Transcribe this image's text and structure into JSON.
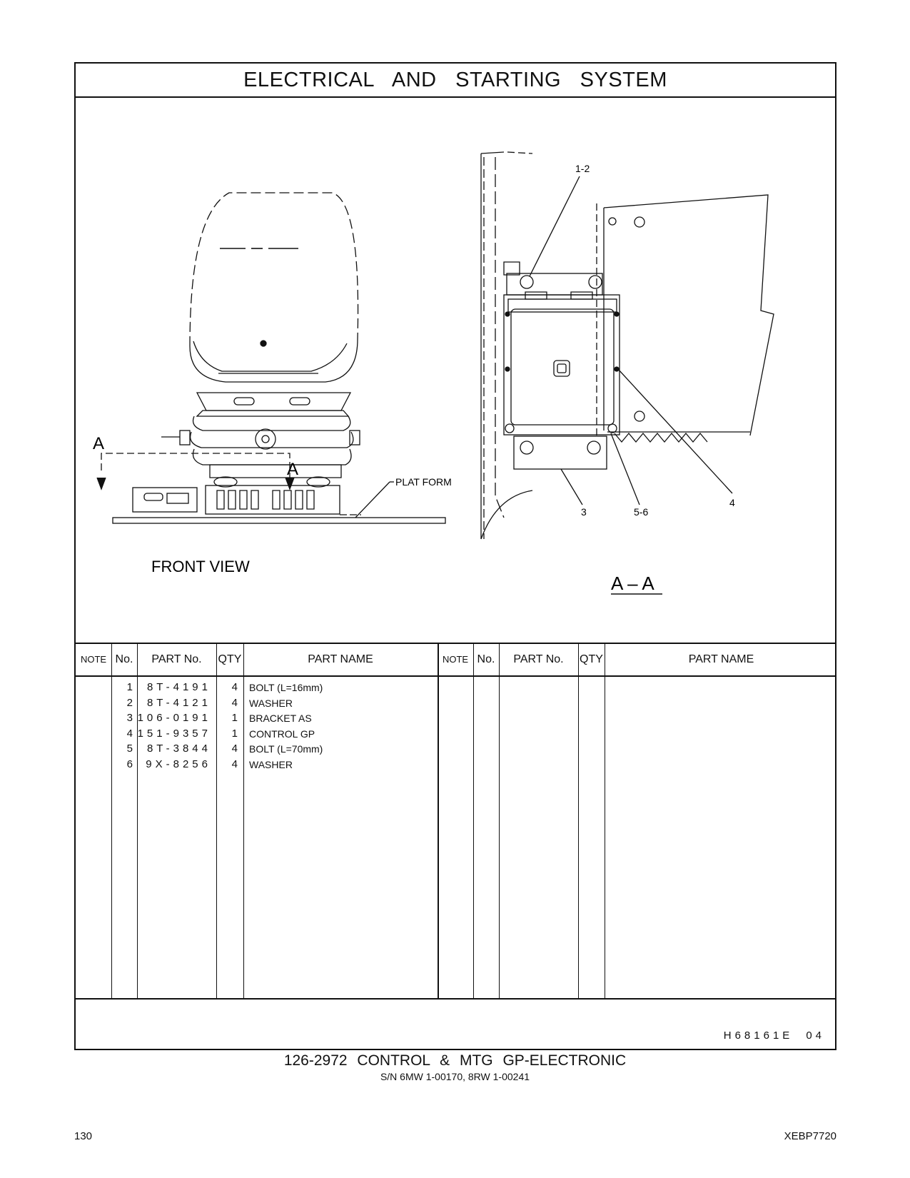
{
  "header": {
    "title": "ELECTRICAL AND STARTING SYSTEM"
  },
  "drawing": {
    "front_view_label": "FRONT VIEW",
    "section_label": "A – A",
    "section_marker": "A",
    "platform_label": "PLAT FORM",
    "callouts": [
      "1-2",
      "3",
      "5-6",
      "4"
    ]
  },
  "table": {
    "headers": {
      "note": "NOTE",
      "no": "No.",
      "part_no": "PART No.",
      "qty": "QTY",
      "part_name": "PART NAME"
    },
    "rows": [
      {
        "no": "1",
        "part_no": "8T-4191",
        "qty": "4",
        "name": "BOLT (L=16mm)"
      },
      {
        "no": "2",
        "part_no": "8T-4121",
        "qty": "4",
        "name": "WASHER"
      },
      {
        "no": "3",
        "part_no": "106-0191",
        "qty": "1",
        "name": "BRACKET AS"
      },
      {
        "no": "4",
        "part_no": "151-9357",
        "qty": "1",
        "name": "CONTROL GP"
      },
      {
        "no": "5",
        "part_no": "8T-3844",
        "qty": "4",
        "name": "BOLT (L=70mm)"
      },
      {
        "no": "6",
        "part_no": "9X-8256",
        "qty": "4",
        "name": "WASHER"
      }
    ]
  },
  "footer": {
    "illustration_code": "H68161E",
    "illustration_rev": "04",
    "assembly_title": "126-2972 CONTROL & MTG GP-ELECTRONIC",
    "serial_numbers": "S/N 6MW 1-00170, 8RW 1-00241",
    "page_number": "130",
    "document_id": "XEBP7720"
  }
}
